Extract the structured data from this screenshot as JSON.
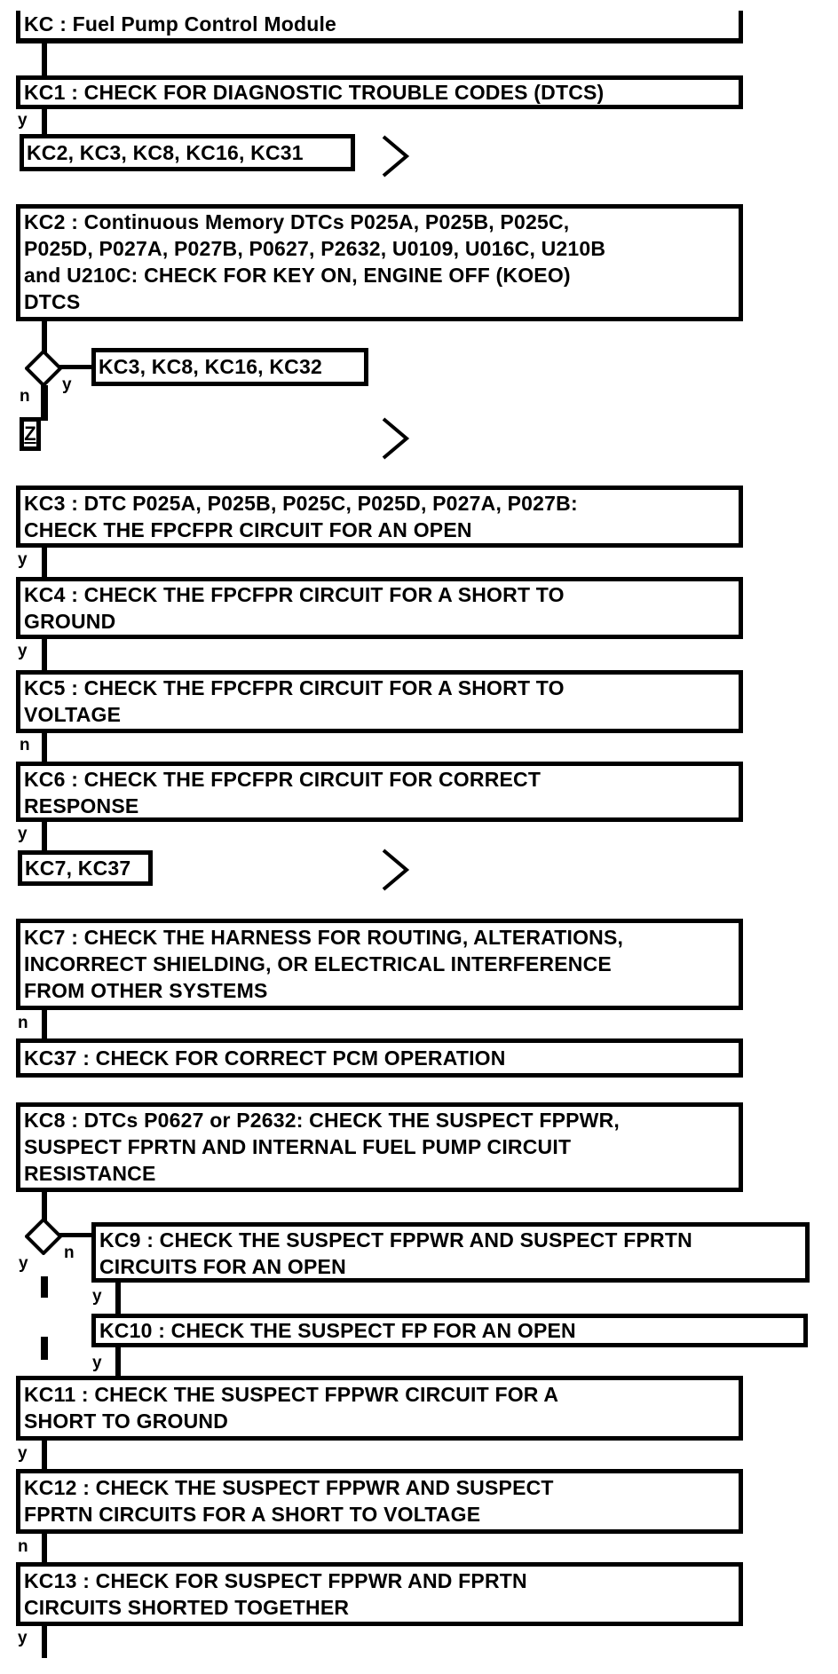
{
  "page": {
    "background": "#ffffff",
    "stroke_color": "#000000"
  },
  "title": {
    "text": "KC : Fuel Pump Control Module"
  },
  "steps": {
    "kc1": {
      "text": "KC1 : CHECK FOR DIAGNOSTIC TROUBLE CODES (DTCS)"
    },
    "kc2": {
      "text": "KC2 : Continuous Memory DTCs P025A, P025B, P025C,\nP025D, P027A, P027B, P0627, P2632, U0109, U016C, U210B\nand U210C: CHECK FOR KEY ON, ENGINE OFF (KOEO)\nDTCS"
    },
    "kc3": {
      "text": "KC3 : DTC P025A, P025B, P025C, P025D, P027A, P027B:\nCHECK THE FPCFPR CIRCUIT FOR AN OPEN"
    },
    "kc4": {
      "text": "KC4 : CHECK THE FPCFPR CIRCUIT FOR A SHORT TO\nGROUND"
    },
    "kc5": {
      "text": "KC5 : CHECK THE FPCFPR CIRCUIT FOR A SHORT TO\nVOLTAGE"
    },
    "kc6": {
      "text": "KC6 : CHECK THE FPCFPR CIRCUIT FOR CORRECT\nRESPONSE"
    },
    "kc7": {
      "text": "KC7 : CHECK THE HARNESS FOR ROUTING, ALTERATIONS,\nINCORRECT SHIELDING, OR ELECTRICAL INTERFERENCE\nFROM OTHER SYSTEMS"
    },
    "kc37": {
      "text": "KC37 : CHECK FOR CORRECT PCM OPERATION"
    },
    "kc8": {
      "text": "KC8 : DTCs P0627 or P2632: CHECK THE SUSPECT FPPWR,\nSUSPECT FPRTN AND INTERNAL FUEL PUMP CIRCUIT\nRESISTANCE"
    },
    "kc9": {
      "text": "KC9 : CHECK THE SUSPECT FPPWR AND SUSPECT FPRTN\nCIRCUITS FOR AN OPEN"
    },
    "kc10": {
      "text": "KC10 : CHECK THE SUSPECT FP FOR AN OPEN"
    },
    "kc11": {
      "text": "KC11 : CHECK THE SUSPECT FPPWR CIRCUIT FOR A\nSHORT TO GROUND"
    },
    "kc12": {
      "text": "KC12 : CHECK THE SUSPECT FPPWR AND SUSPECT\nFPRTN CIRCUITS FOR A SHORT TO VOLTAGE"
    },
    "kc13": {
      "text": "KC13 : CHECK FOR SUSPECT FPPWR AND FPRTN\nCIRCUITS SHORTED TOGETHER"
    }
  },
  "jumps": {
    "from_kc1": {
      "text": "KC2, KC3, KC8, KC16, KC31"
    },
    "from_kc2": {
      "text": "KC3, KC8, KC16, KC32"
    },
    "from_kc6": {
      "text": "KC7, KC37"
    },
    "z_connector": {
      "text": "Z"
    }
  },
  "branch_labels": [
    "y",
    "y",
    "n",
    "y",
    "y",
    "n",
    "y",
    "n",
    "n",
    "y",
    "y",
    "y",
    "y",
    "n",
    "y"
  ]
}
